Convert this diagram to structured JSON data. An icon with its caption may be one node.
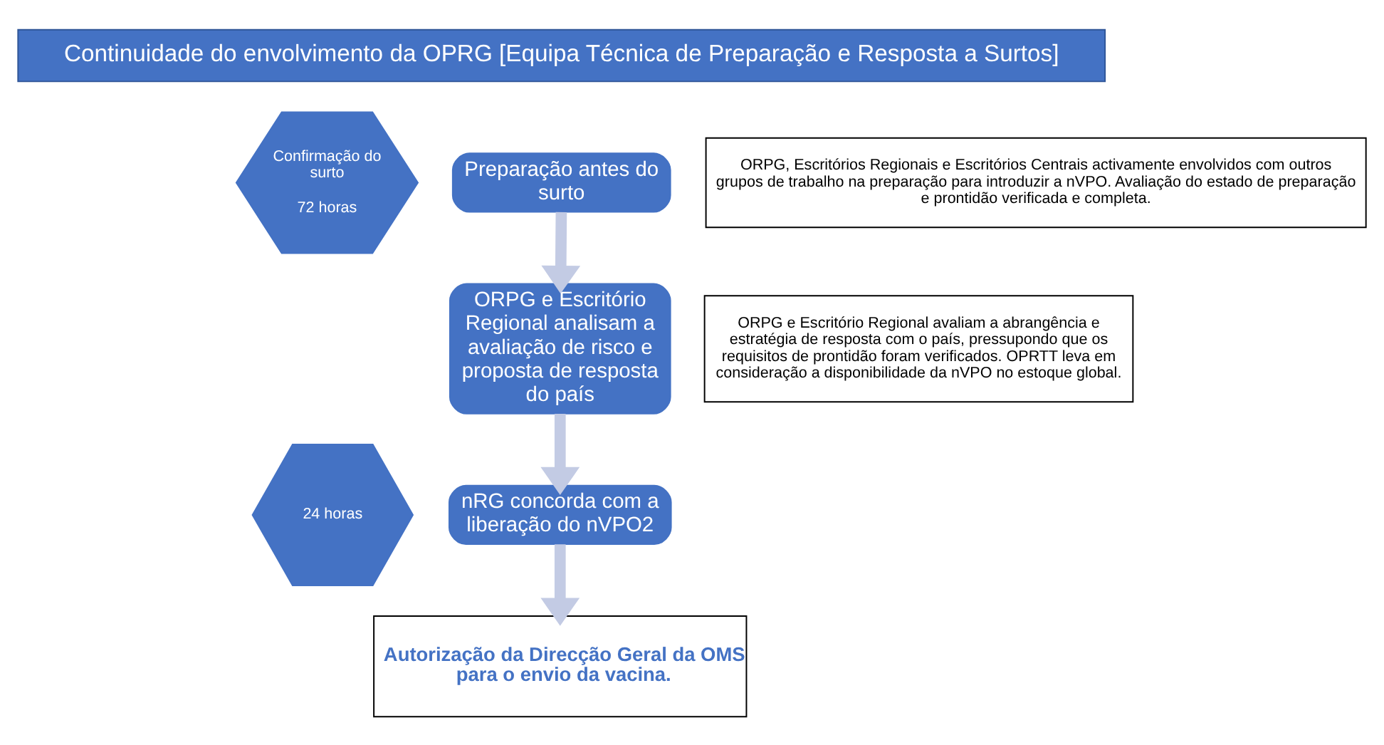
{
  "diagram": {
    "nodes": [
      {
        "text": [
          "Continuidade do envolvimento da OPRG [Equipa Técnica de Preparação e Resposta a Surtos]"
        ]
      },
      {
        "text": [
          "Confirmação do surto",
          "72 horas"
        ]
      },
      {
        "text": [
          "Preparação antes do surto"
        ]
      },
      {
        "text": [
          "ORPG, Escritórios Regionais e Escritórios Centrais activamente envolvidos com outros grupos de trabalho na preparação para introduzir a nVPO. Avaliação do estado de preparação e prontidão verificada e completa."
        ]
      },
      {
        "text": [
          "ORPG e Escritório Regional analisam a avaliação de risco e proposta de resposta do país"
        ]
      },
      {
        "text": [
          "ORPG e Escritório Regional avaliam a abrangência e estratégia de resposta com o país, pressupondo que os requisitos de prontidão foram verificados. OPRTT leva em consideração a disponibilidade da nVPO no estoque global."
        ]
      },
      {
        "text": [
          "24 horas"
        ]
      },
      {
        "text": [
          "nRG concorda com a liberação do nVPO2"
        ]
      },
      {
        "text": [
          "Autorização da Direcção Geral da OMS para o envio da vacina."
        ]
      }
    ],
    "edges": [
      {
        "from": 2,
        "to": 4,
        "arrow": "to"
      },
      {
        "from": 4,
        "to": 7,
        "arrow": "to"
      },
      {
        "from": 7,
        "to": 8,
        "arrow": "to"
      }
    ]
  }
}
